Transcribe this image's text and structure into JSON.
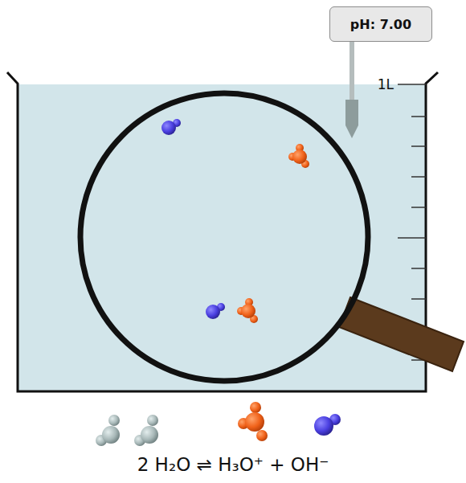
{
  "diagram": {
    "nodes": [
      {
        "text": [
          "pH: 7.00"
        ]
      }
    ],
    "labels": [
      "1L",
      "2 H₂O ⇌ H₃O⁺ + OH⁻"
    ]
  }
}
